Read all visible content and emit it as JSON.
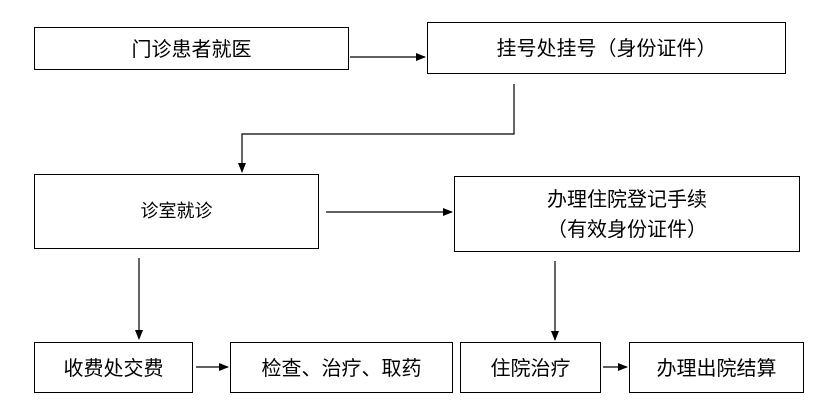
{
  "flowchart": {
    "nodes": {
      "outpatient": "门诊患者就医",
      "registration": "挂号处挂号（身份证件）",
      "consultation": "诊室就诊",
      "admission_line1": "办理住院登记手续",
      "admission_line2": "（有效身份证件）",
      "payment": "收费处交费",
      "exam": "检查、治疗、取药",
      "inpatient": "住院治疗",
      "discharge": "办理出院结算"
    },
    "edges": [
      [
        "outpatient",
        "registration"
      ],
      [
        "registration",
        "consultation"
      ],
      [
        "consultation",
        "admission"
      ],
      [
        "consultation",
        "payment"
      ],
      [
        "payment",
        "exam"
      ],
      [
        "admission",
        "inpatient"
      ],
      [
        "inpatient",
        "discharge"
      ]
    ]
  }
}
